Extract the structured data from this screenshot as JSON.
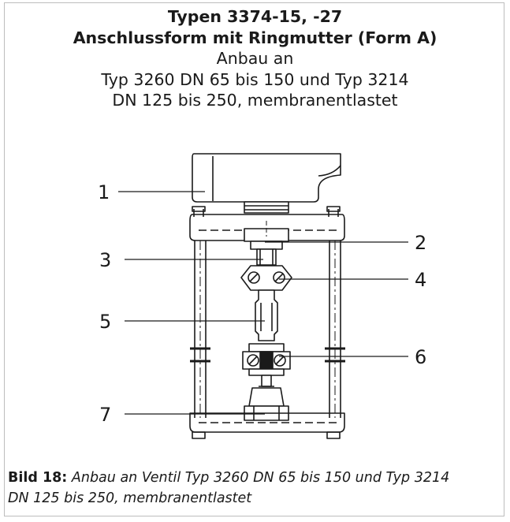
{
  "figure": {
    "title_lines": [
      "Typen 3374-15, -27",
      "Anschlussform mit Ringmutter (Form A)",
      "Anbau an",
      "Typ 3260 DN 65 bis 150 und Typ 3214",
      "DN 125 bis 250, membranentlastet"
    ],
    "callouts": [
      "1",
      "2",
      "3",
      "4",
      "5",
      "6",
      "7"
    ]
  },
  "caption": {
    "label": "Bild 18:",
    "text_line1": "Anbau an Ventil Typ 3260 DN 65 bis 150 und Typ 3214",
    "text_line2": "DN 125 bis 250, membranentlastet"
  }
}
